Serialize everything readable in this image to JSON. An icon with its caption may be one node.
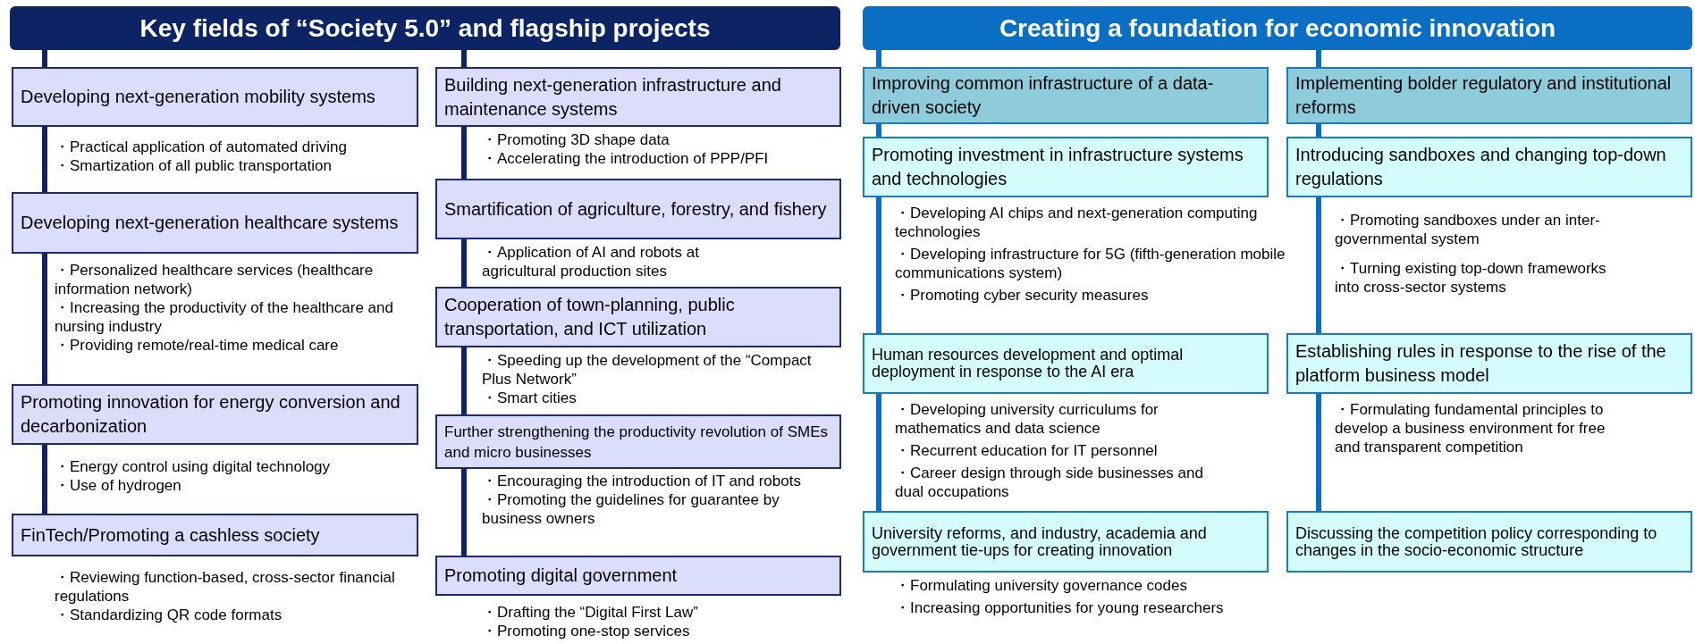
{
  "diagram": {
    "nodes": [
      {
        "text": [
          "Key fields of “Society 5.0” and flagship projects"
        ]
      },
      {
        "text": [
          "Creating a foundation for economic innovation"
        ]
      },
      {
        "text": [
          "Developing next-generation mobility systems"
        ],
        "beside": [
          "・Practical application of automated driving",
          "・Smartization of all public transportation"
        ]
      },
      {
        "text": [
          "Developing next-generation healthcare systems"
        ],
        "beside": [
          "・Personalized healthcare services (healthcare information network)",
          "・Increasing the productivity of the healthcare and nursing industry",
          "・Providing remote/real-time medical care"
        ]
      },
      {
        "text": [
          "Promoting innovation for energy conversion and decarbonization"
        ],
        "beside": [
          "・Energy control using digital technology",
          "・Use of hydrogen"
        ]
      },
      {
        "text": [
          "FinTech/Promoting a cashless society"
        ],
        "beside": [
          "・Reviewing function-based, cross-sector financial regulations",
          "・Standardizing QR code formats"
        ]
      },
      {
        "text": [
          "Building next-generation infrastructure and maintenance systems"
        ],
        "beside": [
          "・Promoting 3D shape data",
          "・Accelerating the introduction of PPP/PFI"
        ]
      },
      {
        "text": [
          "Smartification of agriculture, forestry, and fishery"
        ],
        "beside": [
          "・Application of AI and robots at agricultural production sites"
        ]
      },
      {
        "text": [
          "Cooperation of town-planning, public transportation, and ICT utilization"
        ],
        "beside": [
          "・Speeding up the development of the “Compact Plus Network”",
          "・Smart cities"
        ]
      },
      {
        "text": [
          "Further strengthening  the productivity revolution of SMEs and micro businesses"
        ],
        "beside": [
          "・Encouraging the introduction of IT and robots",
          "・Promoting the guidelines for guarantee by business owners"
        ]
      },
      {
        "text": [
          "Promoting digital government"
        ],
        "beside": [
          "・Drafting the “Digital First Law”",
          "・Promoting one-stop services"
        ]
      },
      {
        "text": [
          "Improving common infrastructure of a data-driven society"
        ]
      },
      {
        "text": [
          "Promoting investment in infrastructure systems and technologies"
        ],
        "beside": [
          "・Developing AI chips and next-generation computing technologies",
          "・Developing infrastructure for 5G (fifth-generation mobile communications system)",
          "・Promoting cyber security measures"
        ]
      },
      {
        "text": [
          "Human resources development and optimal deployment in response to the AI era"
        ],
        "beside": [
          "・Developing university curriculums for mathematics and data science",
          "・Recurrent education for IT personnel",
          "・Career design through side businesses and dual occupations"
        ]
      },
      {
        "text": [
          "University reforms, and industry, academia and government tie-ups for creating innovation"
        ],
        "beside": [
          "・Formulating university governance codes",
          "・Increasing opportunities for  young researchers"
        ]
      },
      {
        "text": [
          "Implementing bolder regulatory and institutional reforms"
        ]
      },
      {
        "text": [
          "Introducing sandboxes and changing top-down regulations"
        ],
        "beside": [
          "・Promoting sandboxes under an inter-governmental system",
          "・Turning existing top-down frameworks into cross-sector systems"
        ]
      },
      {
        "text": [
          "Establishing rules in response to the rise of the platform business model"
        ],
        "beside": [
          "・Formulating fundamental principles to develop a business environment for free and transparent competition"
        ]
      },
      {
        "text": [
          "Discussing the competition policy corresponding to changes in the socio-economic structure"
        ]
      }
    ]
  }
}
